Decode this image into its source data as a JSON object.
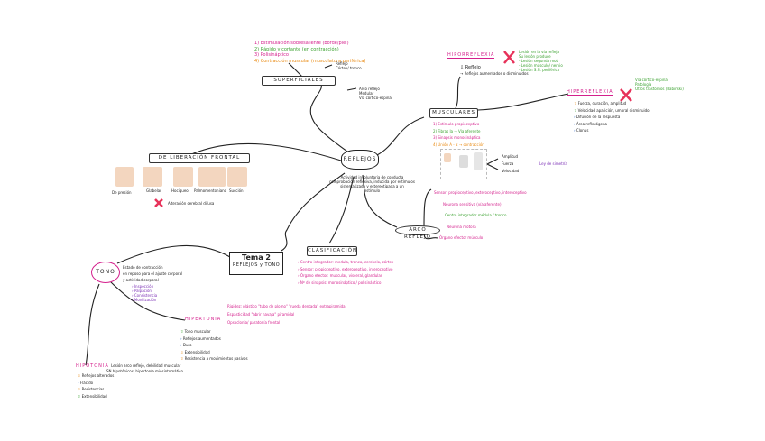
{
  "center": {
    "label": "REFLEJOS",
    "desc": [
      "Actividad involuntaria de conducta",
      "comprobación reflexiva, inducida por estímulos",
      "sistematizada y estereotipada a un",
      "estímulo"
    ]
  },
  "tema": {
    "title": "Tema 2",
    "subtitle": "REFLEJOS y TONO"
  },
  "superficiales": {
    "label": "SUPERFICIALES",
    "items": [
      {
        "text": "1) Estimulación sobresaliente (borde/piel)",
        "color": "#d41f8c"
      },
      {
        "text": "2) Rápido y cortante (en contracción)",
        "color": "#3aa12f"
      },
      {
        "text": "3) Polisináptico",
        "color": "#d41f8c"
      },
      {
        "text": "4) Contracción muscular (musculatura periférica)",
        "color": "#e98a12"
      }
    ],
    "side": [
      "Reflejo",
      "Córtex/ tronco"
    ],
    "down": [
      "Arco reflejo",
      "Medular",
      "Vía córtico-espinal"
    ]
  },
  "musculares": {
    "label": "MUSCULARES",
    "items": [
      {
        "text": "1) Estimulo propioceptivo",
        "color": "#d41f8c"
      },
      {
        "text": "2) Fibras Ia → Vía aferente",
        "color": "#3aa12f"
      },
      {
        "text": "3) Sinapsis monosináptica",
        "color": "#d41f8c"
      },
      {
        "text": "4) Unión A - α → contracción",
        "color": "#e98a12"
      }
    ],
    "right": [
      "Amplitud",
      "Fuerza",
      "Velocidad"
    ],
    "symm": "Ley de simetría"
  },
  "hipo": {
    "label": "HIPORREFLEXIA",
    "items": [
      "Lesión en la vía refleja",
      "Su lesión produce",
      "- Lesión segunda mot.",
      "- Lesión músculo/ nervio",
      "- Lesión S.N. periférico"
    ],
    "below": [
      "Reflejo",
      "Reflejos aumentados o disminuidos"
    ]
  },
  "hiper": {
    "label": "HIPERREFLEXIA",
    "items": [
      "Vía córtico-espinal",
      "Patología",
      "Otros trastornos (Babinski)"
    ],
    "list": [
      "Fuerza, duración, amplitud",
      "Velocidad aparición, umbral disminuido",
      "Difusión de la respuesta",
      "Área reflexógena",
      "Clonus"
    ]
  },
  "arco": {
    "label": "ARCO REFLEJO",
    "items": [
      {
        "text": "Sensor: propioceptivo, exteroceptivo, interoceptivo",
        "color": "#d41f8c"
      },
      {
        "text": "Neurona sensitiva (vía aferente)",
        "color": "#d41f8c"
      },
      {
        "text": "Centro integrador médula / tronco",
        "color": "#3aa12f"
      },
      {
        "text": "Neurona motora",
        "color": "#d41f8c"
      },
      {
        "text": "Órgano efector músculo",
        "color": "#d41f8c"
      }
    ]
  },
  "liberacion": {
    "label": "DE LIBERACIÓN FRONTAL",
    "captions": [
      "De presión",
      "Glabelar",
      "Hociqueo",
      "Palmomentoniano",
      "Succión"
    ],
    "note": "Alteración cerebral difusa"
  },
  "clasificacion": {
    "label": "CLASIFICACIÓN",
    "items": [
      {
        "text": "Centro integrador: medula, tronco, cerebelo, córtex",
        "color": "#d41f8c"
      },
      {
        "text": "Sensor: propioceptivo, exteroceptivo, interoceptivo",
        "color": "#d41f8c"
      },
      {
        "text": "Órgano efector: muscular, visceral, glandular",
        "color": "#d41f8c"
      },
      {
        "text": "Nº de sinapsis: monosináptico / polisináptico",
        "color": "#d41f8c"
      }
    ]
  },
  "tono": {
    "label": "TONO",
    "desc": [
      "Estado de contracción",
      "en reposo para el ajuste corporal",
      "y actividad corporal"
    ],
    "list": [
      "Inspección",
      "Palpación",
      "Consistencia",
      "Movilización"
    ]
  },
  "hipertonia": {
    "label": "HIPERTONIA",
    "items": [
      {
        "text": "Rigidez: plástico \"tubo de plomo\" \"rueda dentada\" extrapiramidal",
        "color": "#d41f8c"
      },
      {
        "text": "Espasticidad \"abrir navaja\" piramidal",
        "color": "#d41f8c"
      },
      {
        "text": "Opsoclonia/ paratonía frontal",
        "color": "#d41f8c"
      }
    ],
    "list": [
      "Tono muscular",
      "Reflejos aumentados",
      "Duro",
      "Extensibilidad",
      "Resistencia a movimientos pasivos"
    ]
  },
  "hipotonia": {
    "label": "HIPOTONIA",
    "desc": "Lesión arco reflejo, debilidad muscular",
    "desc2": "SN hipotónicos, hipertonía miosintomático",
    "list": [
      "Reflejos alterados",
      "Flácido",
      "Resistencias",
      "Extensibilidad"
    ]
  }
}
